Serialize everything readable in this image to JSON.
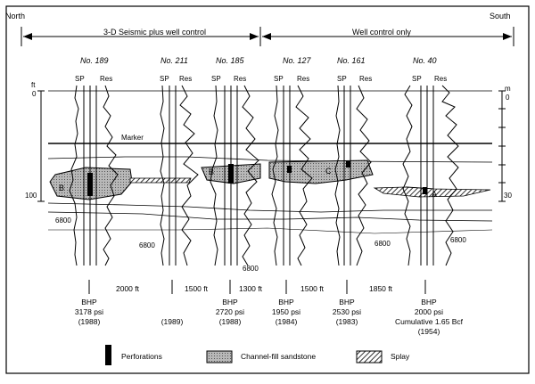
{
  "directions": {
    "north": "North",
    "south": "South"
  },
  "spans": {
    "seismic": "3-D Seismic plus well control",
    "well_only": "Well control only"
  },
  "wells": [
    {
      "name": "No. 189"
    },
    {
      "name": "No. 211"
    },
    {
      "name": "No. 185"
    },
    {
      "name": "No. 127"
    },
    {
      "name": "No. 161"
    },
    {
      "name": "No. 40"
    }
  ],
  "log_labels": {
    "sp": "SP",
    "res": "Res"
  },
  "scale": {
    "left_unit": "ft",
    "left_top": "0",
    "left_bottom": "100",
    "right_unit": "m",
    "right_top": "0",
    "right_bottom": "30"
  },
  "marker_label": "Marker",
  "depth_labels": [
    "6800",
    "6800",
    "6800",
    "6800",
    "6800"
  ],
  "sand_labels": [
    "B",
    "B",
    "C",
    "A"
  ],
  "spacings": [
    "2000 ft",
    "1500 ft",
    "1300 ft",
    "1500 ft",
    "1850 ft"
  ],
  "well_info": {
    "w189": [
      "BHP",
      "3178 psi",
      "(1988)"
    ],
    "w211": [
      "(1989)"
    ],
    "w185": [
      "BHP",
      "2720 psi",
      "(1988)"
    ],
    "w127": [
      "BHP",
      "1950 psi",
      "(1984)"
    ],
    "w161": [
      "BHP",
      "2530 psi",
      "(1983)"
    ],
    "w40": [
      "BHP",
      "2000 psi",
      "Cumulative 1.65 Bcf",
      "(1954)"
    ]
  },
  "legend": {
    "perforations": "Perforations",
    "channel": "Channel-fill sandstone",
    "splay": "Splay"
  },
  "colors": {
    "ink": "#000000",
    "channel_fill": "#b8b8b8",
    "background": "#ffffff"
  }
}
